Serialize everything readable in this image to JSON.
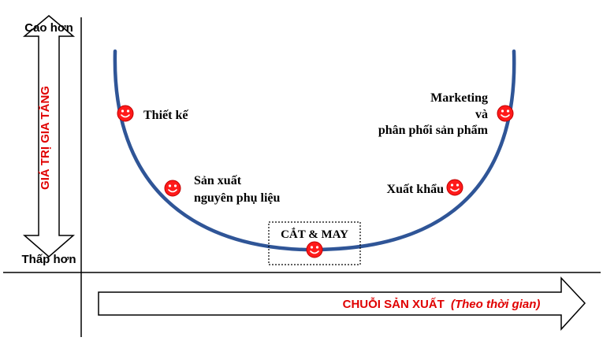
{
  "y_axis": {
    "top_label": "Cao hơn",
    "bottom_label": "Thấp hơn",
    "title": "GIÁ TRỊ GIA TĂNG"
  },
  "x_axis": {
    "title": "CHUỖI SẢN XUẤT",
    "subtitle": "(Theo thời gian)"
  },
  "curve": {
    "stages": {
      "design": "Thiết kế",
      "materials_line1": "Sản xuất",
      "materials_line2": "nguyên phụ liệu",
      "cut_make": "CẮT & MAY",
      "export": "Xuất khẩu",
      "marketing_line1": "Marketing",
      "marketing_line2": "và",
      "marketing_line3": "phân phối sản phẩm"
    }
  },
  "colors": {
    "curve": "#2f5597",
    "accent_red": "#e00000",
    "marker": "#ff1a1a"
  }
}
